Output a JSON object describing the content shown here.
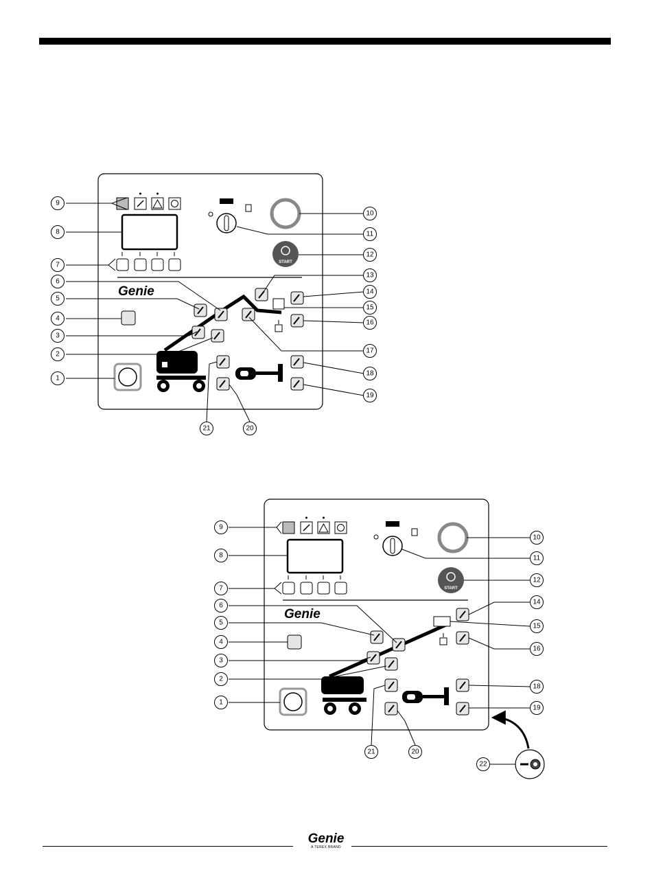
{
  "brand": {
    "logo_text": "Genie",
    "tagline": "A TEREX BRAND"
  },
  "panel_text": {
    "start_label": "START"
  },
  "top_panel": {
    "callouts": [
      "9",
      "8",
      "7",
      "6",
      "5",
      "4",
      "3",
      "2",
      "1",
      "10",
      "11",
      "12",
      "13",
      "14",
      "15",
      "16",
      "17",
      "18",
      "19",
      "21",
      "20"
    ]
  },
  "bottom_panel": {
    "callouts": [
      "9",
      "8",
      "7",
      "6",
      "5",
      "4",
      "3",
      "2",
      "1",
      "10",
      "11",
      "12",
      "14",
      "15",
      "16",
      "18",
      "19",
      "21",
      "20",
      "22"
    ]
  },
  "colors": {
    "ink": "#000000",
    "button_fill": "#e6e6e6",
    "start_button": "#555555"
  }
}
